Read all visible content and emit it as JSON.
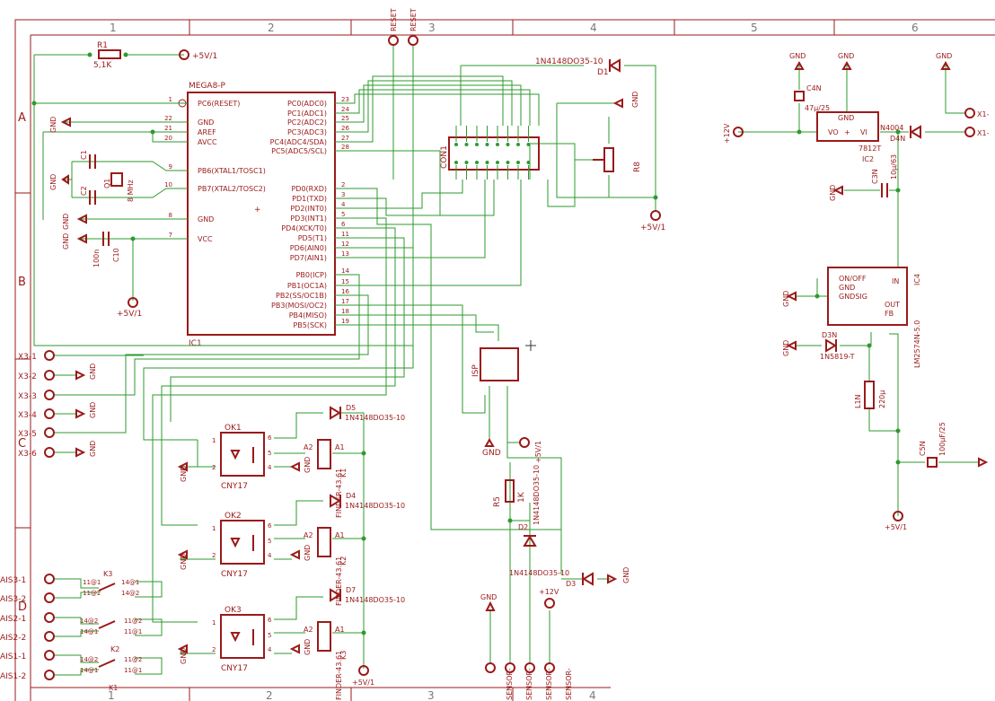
{
  "frame": {
    "columns": [
      "1",
      "2",
      "3",
      "4",
      "5",
      "6"
    ],
    "rows": [
      "A",
      "B",
      "C",
      "D"
    ]
  },
  "ic1": {
    "name": "IC1",
    "value": "MEGA8-P",
    "left_pins": [
      {
        "num": "1",
        "label": "PC6(RESET)"
      },
      {
        "num": "22",
        "label": "GND"
      },
      {
        "num": "21",
        "label": "AREF"
      },
      {
        "num": "20",
        "label": "AVCC"
      },
      {
        "num": "9",
        "label": "PB6(XTAL1/TOSC1)"
      },
      {
        "num": "10",
        "label": "PB7(XTAL2/TOSC2)"
      },
      {
        "num": "8",
        "label": "GND"
      },
      {
        "num": "7",
        "label": "VCC"
      }
    ],
    "right_pins": [
      {
        "num": "23",
        "label": "PC0(ADC0)"
      },
      {
        "num": "24",
        "label": "PC1(ADC1)"
      },
      {
        "num": "25",
        "label": "PC2(ADC2)"
      },
      {
        "num": "26",
        "label": "PC3(ADC3)"
      },
      {
        "num": "27",
        "label": "PC4(ADC4/SDA)"
      },
      {
        "num": "28",
        "label": "PC5(ADC5/SCL)"
      },
      {
        "num": "2",
        "label": "PD0(RXD)"
      },
      {
        "num": "3",
        "label": "PD1(TXD)"
      },
      {
        "num": "4",
        "label": "PD2(INT0)"
      },
      {
        "num": "5",
        "label": "PD3(INT1)"
      },
      {
        "num": "6",
        "label": "PD4(XCK/T0)"
      },
      {
        "num": "11",
        "label": "PD5(T1)"
      },
      {
        "num": "12",
        "label": "PD6(AIN0)"
      },
      {
        "num": "13",
        "label": "PD7(AIN1)"
      },
      {
        "num": "14",
        "label": "PB0(ICP)"
      },
      {
        "num": "15",
        "label": "PB1(OC1A)"
      },
      {
        "num": "16",
        "label": "PB2(SS/OC1B)"
      },
      {
        "num": "17",
        "label": "PB3(MOSI/OC2)"
      },
      {
        "num": "18",
        "label": "PB4(MISO)"
      },
      {
        "num": "19",
        "label": "PB5(SCK)"
      }
    ]
  },
  "parts": {
    "r1": {
      "name": "R1",
      "value": "5,1K"
    },
    "c1": "C1",
    "c2": "C2",
    "q": "Q1",
    "q_value": "8 MHz",
    "c10": {
      "name": "C10",
      "value": "100n"
    },
    "con1": "CON1",
    "d1": {
      "name": "D1",
      "value": "1N4148DO35-10"
    },
    "r8": "R8",
    "isp": "ISP",
    "ok": [
      {
        "name": "OK1",
        "value": "CNY17"
      },
      {
        "name": "OK2",
        "value": "CNY17"
      },
      {
        "name": "OK3",
        "value": "CNY17"
      }
    ],
    "d_rel": [
      {
        "name": "D5",
        "value": "1N4148DO35-10"
      },
      {
        "name": "D4",
        "value": "1N4148DO35-10"
      },
      {
        "name": "D7",
        "value": "1N4148DO35-10"
      }
    ],
    "relays": [
      {
        "name": "K1",
        "value": "FINDER-43.61"
      },
      {
        "name": "K2",
        "value": "FINDER-43.61"
      },
      {
        "name": "K3",
        "value": "FINDER-43.61"
      }
    ],
    "r5": {
      "name": "R5",
      "value": "1K"
    },
    "d2": {
      "name": "D2",
      "value": "1N4148DO35-10"
    },
    "d3": {
      "name": "D3",
      "value": "1N4148DO35-10"
    },
    "c4n": {
      "name": "C4N",
      "value": "47µ/25"
    },
    "ic2": {
      "name": "IC2",
      "value": "7812T",
      "vo": "VO",
      "vi": "VI",
      "gnd": "GND"
    },
    "d4n": {
      "name": "D4N",
      "value": "N4004"
    },
    "c3n": {
      "name": "C3N",
      "value": "10µ/63"
    },
    "ic4": {
      "name": "IC4",
      "value": "LM2574N-5.0",
      "onoff": "ON/OFF",
      "gnd": "GND",
      "gndsig": "GNDSIG",
      "in": "IN",
      "out": "OUT",
      "fb": "FB"
    },
    "d3n": {
      "name": "D3N",
      "value": "1N5819-T"
    },
    "l1n": {
      "name": "L1N",
      "value": "220µ"
    },
    "c5n": {
      "name": "C5N",
      "value": "100µF/25"
    },
    "k_switch": [
      "K3",
      "K2",
      "K1"
    ]
  },
  "supply": {
    "plus5": "+5V/1",
    "plus12": "+12V",
    "gnd": "GND"
  },
  "connectors": {
    "x3": [
      "X3-1",
      "X3-2",
      "X3-3",
      "X3-4",
      "X3-5",
      "X3-6"
    ],
    "ais": [
      "AIS3-1",
      "AIS3-2",
      "AIS2-1",
      "AIS2-2",
      "AIS1-1",
      "AIS1-2"
    ],
    "x1": [
      "X1-",
      "X1-"
    ],
    "reset": [
      "RESET",
      "RESET"
    ],
    "bottom": [
      "SENSOR-",
      "SENSOR-",
      "SENSOR-",
      "SENSOR-"
    ]
  },
  "relay_pins": {
    "a1": "A1",
    "a2": "A2"
  },
  "switch_pins": [
    "11@1",
    "14@1",
    "11@2",
    "14@2"
  ]
}
